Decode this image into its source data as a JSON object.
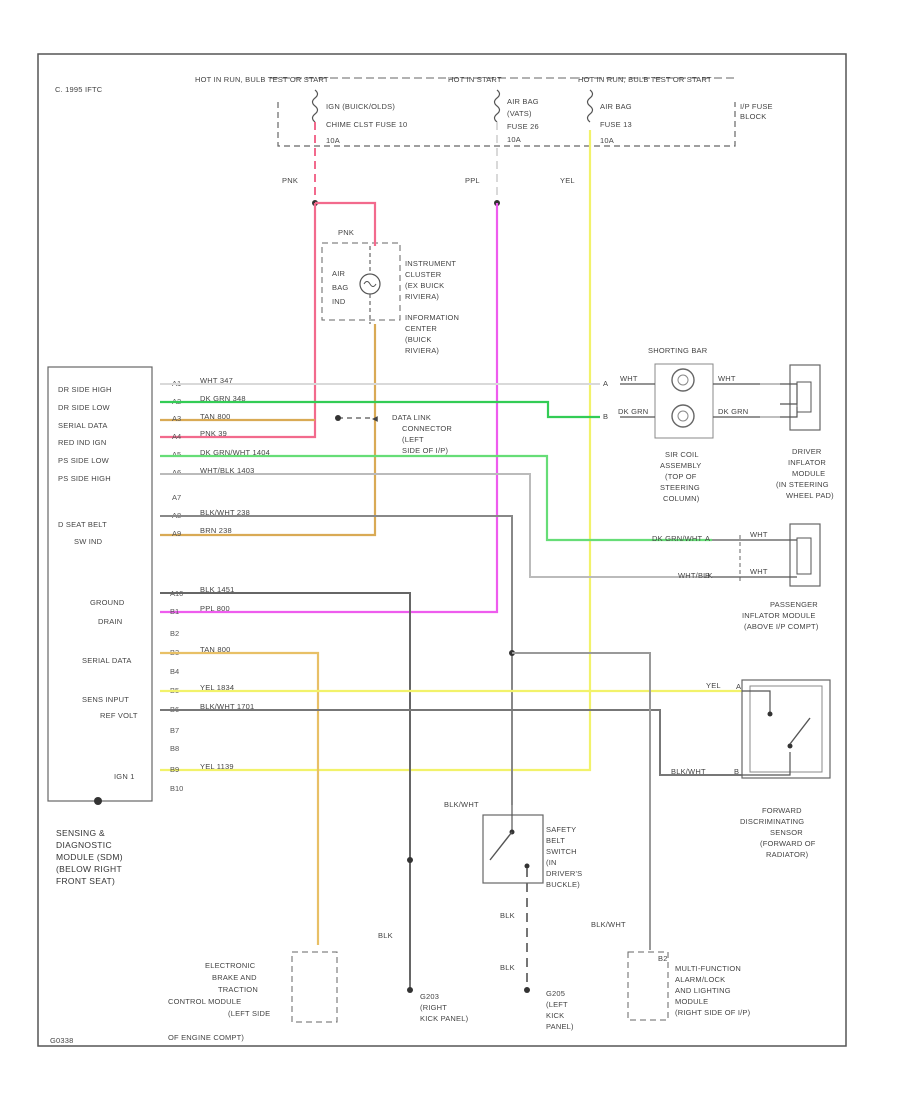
{
  "diagram": {
    "corner_label": "C. 1995 IFTC",
    "footer_code": "G0338",
    "power_labels": {
      "hot_run": "HOT IN RUN, BULB TEST OR START",
      "hot_start": "HOT IN START",
      "hot_run2": "HOT IN RUN, BULB TEST OR START",
      "fuse_block": [
        "I/P FUSE",
        "BLOCK"
      ]
    },
    "fuses": [
      [
        "IGN (BUICK/OLDS)",
        "CHIME CLST FUSE 10",
        "10A"
      ],
      [
        "AIR BAG",
        "(VATS)",
        "FUSE 26",
        "10A"
      ],
      [
        "AIR BAG",
        "FUSE 13",
        "10A"
      ]
    ],
    "wire_labels": {
      "pnk_top": "PNK",
      "ppl_top": "PPL",
      "yel_top": "YEL",
      "pnk_lamp": "PNK",
      "blk_wht_sw": "BLK/WHT",
      "blk_a": "BLK",
      "blk_b": "BLK",
      "blk_c": "BLK",
      "blk_wht_mf": "BLK/WHT",
      "yel_fds": "YEL",
      "blk_wht_fds": "BLK/WHT"
    },
    "lamp_label": [
      "AIR",
      "BAG",
      "IND"
    ],
    "cluster_label": [
      "INSTRUMENT",
      "CLUSTER",
      "(EX BUICK",
      "RIVIERA)",
      "INFORMATION",
      "CENTER",
      "(BUICK",
      "RIVIERA)"
    ],
    "data_link": [
      "DATA LINK",
      "CONNECTOR",
      "(LEFT",
      "SIDE OF I/P)"
    ],
    "shorting_bar": "SHORTING BAR",
    "coil_label": [
      "SIR COIL",
      "ASSEMBLY",
      "(TOP OF",
      "STEERING",
      "COLUMN)"
    ],
    "driver_label": [
      "DRIVER",
      "INFLATOR",
      "MODULE",
      "(IN STEERING",
      "WHEEL PAD)"
    ],
    "passenger_label": [
      "PASSENGER",
      "INFLATOR MODULE",
      "(ABOVE I/P COMPT)"
    ],
    "fds_label": [
      "FORWARD",
      "DISCRIMINATING",
      "SENSOR",
      "(FORWARD OF",
      "RADIATOR)"
    ],
    "sdm_label": [
      "SENSING &",
      "DIAGNOSTIC",
      "MODULE (SDM)",
      "(BELOW RIGHT",
      "FRONT SEAT)"
    ],
    "sdm_left_labels": [
      {
        "text": "DR SIDE HIGH"
      },
      {
        "text": "DR SIDE LOW"
      },
      {
        "text": "SERIAL DATA"
      },
      {
        "text": "RED IND IGN"
      },
      {
        "text": "PS SIDE LOW"
      },
      {
        "text": "PS SIDE HIGH"
      },
      {
        "text": "D SEAT BELT"
      },
      {
        "text": "SW IND"
      },
      {
        "text": "GROUND"
      },
      {
        "text": "DRAIN"
      },
      {
        "text": "SERIAL DATA"
      },
      {
        "text": "SENS INPUT"
      },
      {
        "text": "REF VOLT"
      },
      {
        "text": "IGN 1"
      }
    ],
    "pins_a": [
      "A1",
      "A2",
      "A3",
      "A4",
      "A5",
      "A6",
      "A7",
      "A8",
      "A9"
    ],
    "pins_b": [
      "A10",
      "B1",
      "B2",
      "B3",
      "B4",
      "B5",
      "B6",
      "B7",
      "B8",
      "B9",
      "B10"
    ],
    "circuit_labels": [
      "WHT  347",
      "DK GRN  348",
      "TAN  800",
      "PNK  39",
      "DK GRN/WHT  1404",
      "WHT/BLK  1403",
      "BLK/WHT  238",
      "BRN  238",
      "BLK  1451",
      "PPL  800",
      "TAN  800",
      "YEL  1834",
      "BLK/WHT  1701",
      "YEL  1139"
    ],
    "coil_wires": [
      "WHT",
      "WHT",
      "DK GRN",
      "DK GRN",
      "A",
      "B"
    ],
    "passenger_wires": [
      "DK GRN/WHT",
      "A",
      "WHT/BLK",
      "B",
      "WHT",
      "WHT"
    ],
    "switch_label": [
      "SAFETY",
      "BELT",
      "SWITCH",
      "(IN",
      "DRIVER'S",
      "BUCKLE)"
    ],
    "ebtcm_label": [
      "ELECTRONIC",
      "BRAKE AND",
      "TRACTION",
      "CONTROL MODULE",
      "(LEFT SIDE",
      "OF ENGINE COMPT)"
    ],
    "g203_label": [
      "G203",
      "(RIGHT",
      "KICK PANEL)"
    ],
    "g205_label": [
      "G205",
      "(LEFT",
      "KICK",
      "PANEL)"
    ],
    "mfa_label": [
      "MULTI-FUNCTION",
      "ALARM/LOCK",
      "AND LIGHTING",
      "MODULE",
      "(RIGHT SIDE OF I/P)"
    ],
    "misc_labels": {
      "b2_pin": "B2",
      "fds_pin": "A",
      "fds_pin_b": "B"
    }
  }
}
